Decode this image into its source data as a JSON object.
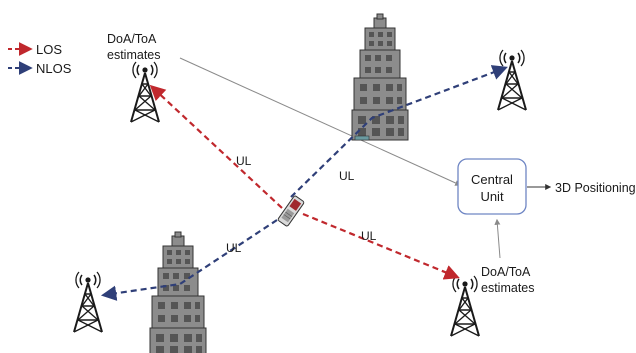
{
  "legend": {
    "los": {
      "label": "LOS",
      "color": "#c0282d"
    },
    "nlos": {
      "label": "NLOS",
      "color": "#2f3f78"
    }
  },
  "towers": [
    {
      "name": "tower-top-left"
    },
    {
      "name": "tower-top-right"
    },
    {
      "name": "tower-bottom-left"
    },
    {
      "name": "tower-bottom-right"
    }
  ],
  "buildings": [
    {
      "name": "building-top"
    },
    {
      "name": "building-bottom"
    }
  ],
  "device": {
    "name": "mobile-phone-icon"
  },
  "estimates": {
    "top_line1": "DoA/ToA",
    "top_line2": "estimates",
    "bottom_line1": "DoA/ToA",
    "bottom_line2": "estimates"
  },
  "links": {
    "ul_1": "UL",
    "ul_2": "UL",
    "ul_3": "UL",
    "ul_4": "UL"
  },
  "central_unit": {
    "line1": "Central",
    "line2": "Unit",
    "border_color": "#6f86c4"
  },
  "output": {
    "label": "3D Positioning"
  }
}
